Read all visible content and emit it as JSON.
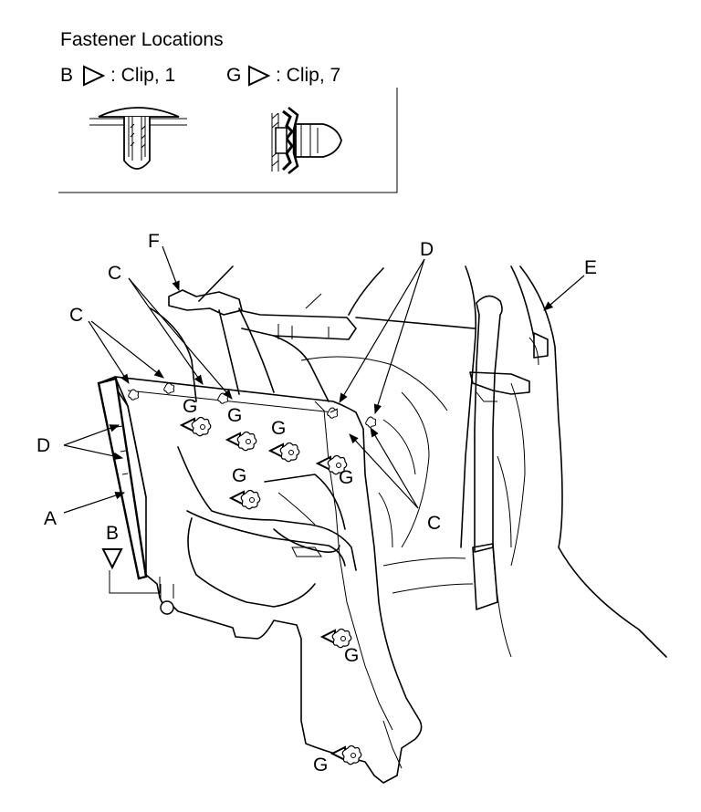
{
  "legend": {
    "title": "Fastener Locations",
    "items": [
      {
        "letter": "B",
        "text": ": Clip, 1"
      },
      {
        "letter": "G",
        "text": ": Clip, 7"
      }
    ]
  },
  "callouts": {
    "A": "A",
    "B": "B",
    "C": "C",
    "D": "D",
    "E": "E",
    "F": "F",
    "G": "G"
  }
}
